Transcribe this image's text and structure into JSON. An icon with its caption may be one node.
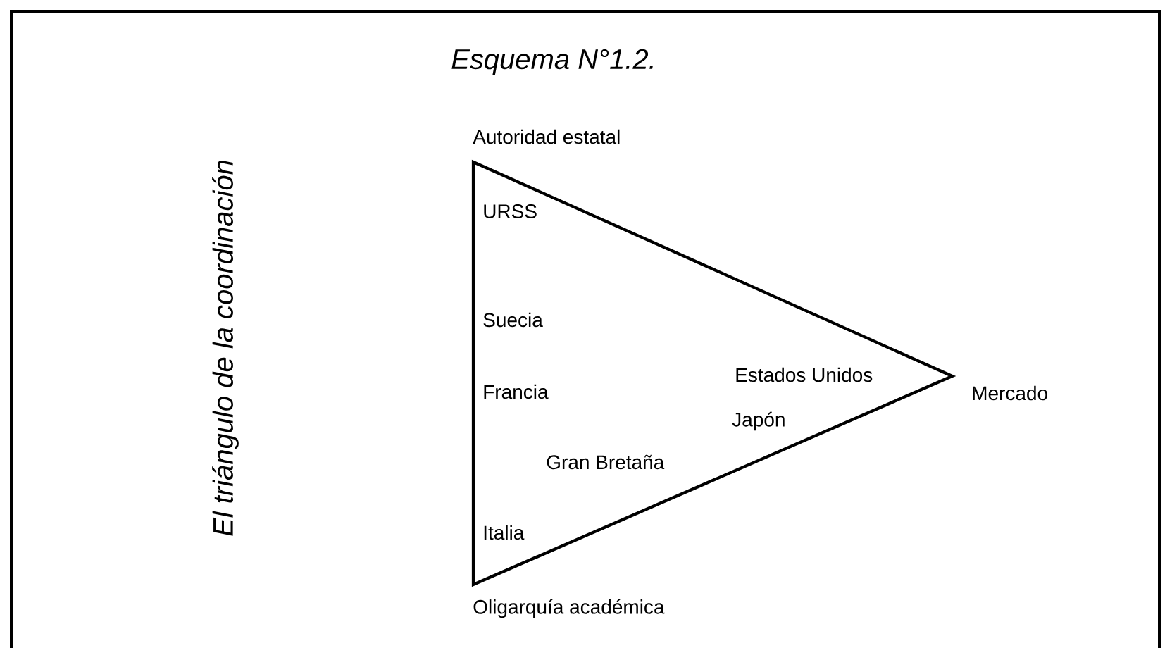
{
  "diagram": {
    "title": "Esquema N°1.2.",
    "labels": [
      "El triángulo de la coordinación",
      "Autoridad estatal",
      "URSS",
      "Suecia",
      "Estados Unidos",
      "Mercado",
      "Francia",
      "Japón",
      "Gran Bretaña",
      "Italia",
      "Oligarquía académica"
    ]
  }
}
